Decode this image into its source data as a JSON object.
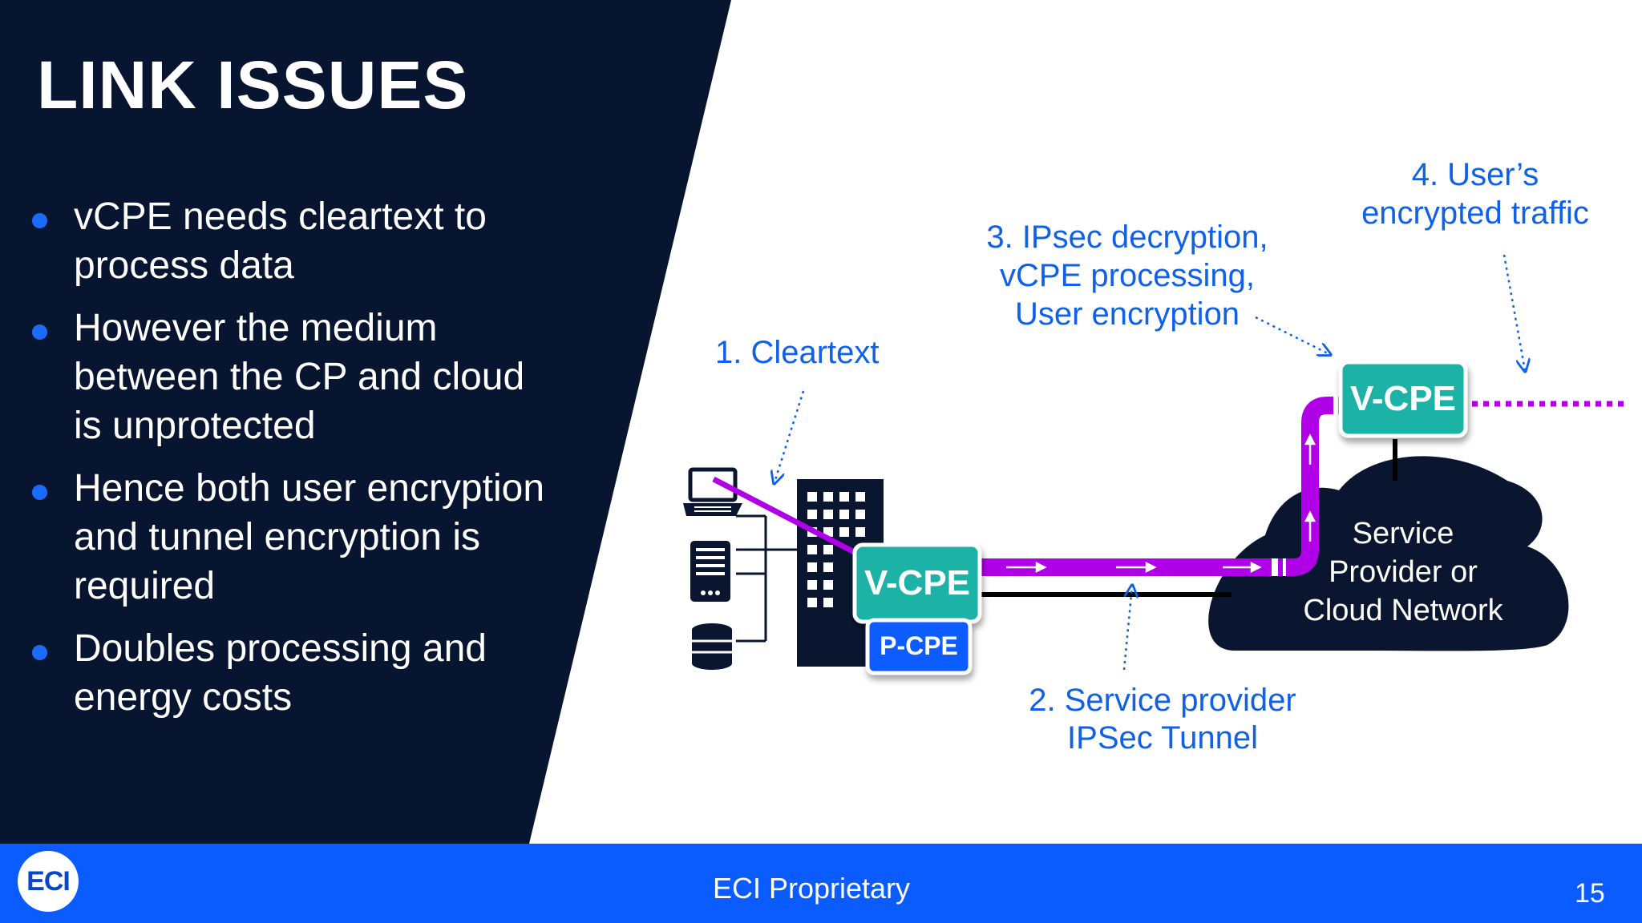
{
  "slide": {
    "title": "LINK ISSUES",
    "bullets": [
      "vCPE needs cleartext to process data",
      "However the medium between the CP and cloud is unprotected",
      "Hence both user encryption and tunnel encryption is required",
      "Doubles processing and energy costs"
    ]
  },
  "diagram": {
    "labels": {
      "cleartext": "1. Cleartext",
      "tunnel_line1": "2. Service provider",
      "tunnel_line2": "IPSec Tunnel",
      "ipsec_line1": "3. IPsec decryption,",
      "ipsec_line2": "vCPE processing,",
      "ipsec_line3": "User encryption",
      "user_line1": "4. User’s",
      "user_line2": "encrypted traffic"
    },
    "vcpe_left": "V-CPE",
    "pcpe": "P-CPE",
    "vcpe_right": "V-CPE",
    "cloud_line1": "Service",
    "cloud_line2": "Provider or",
    "cloud_line3": "Cloud Network"
  },
  "colors": {
    "dark_navy": "#081530",
    "accent_blue": "#0a5cff",
    "label_blue": "#1060e8",
    "teal": "#1ab3a6",
    "purple": "#b000e8"
  },
  "footer": {
    "logo": "ECI",
    "text": "ECI Proprietary",
    "page": "15"
  }
}
